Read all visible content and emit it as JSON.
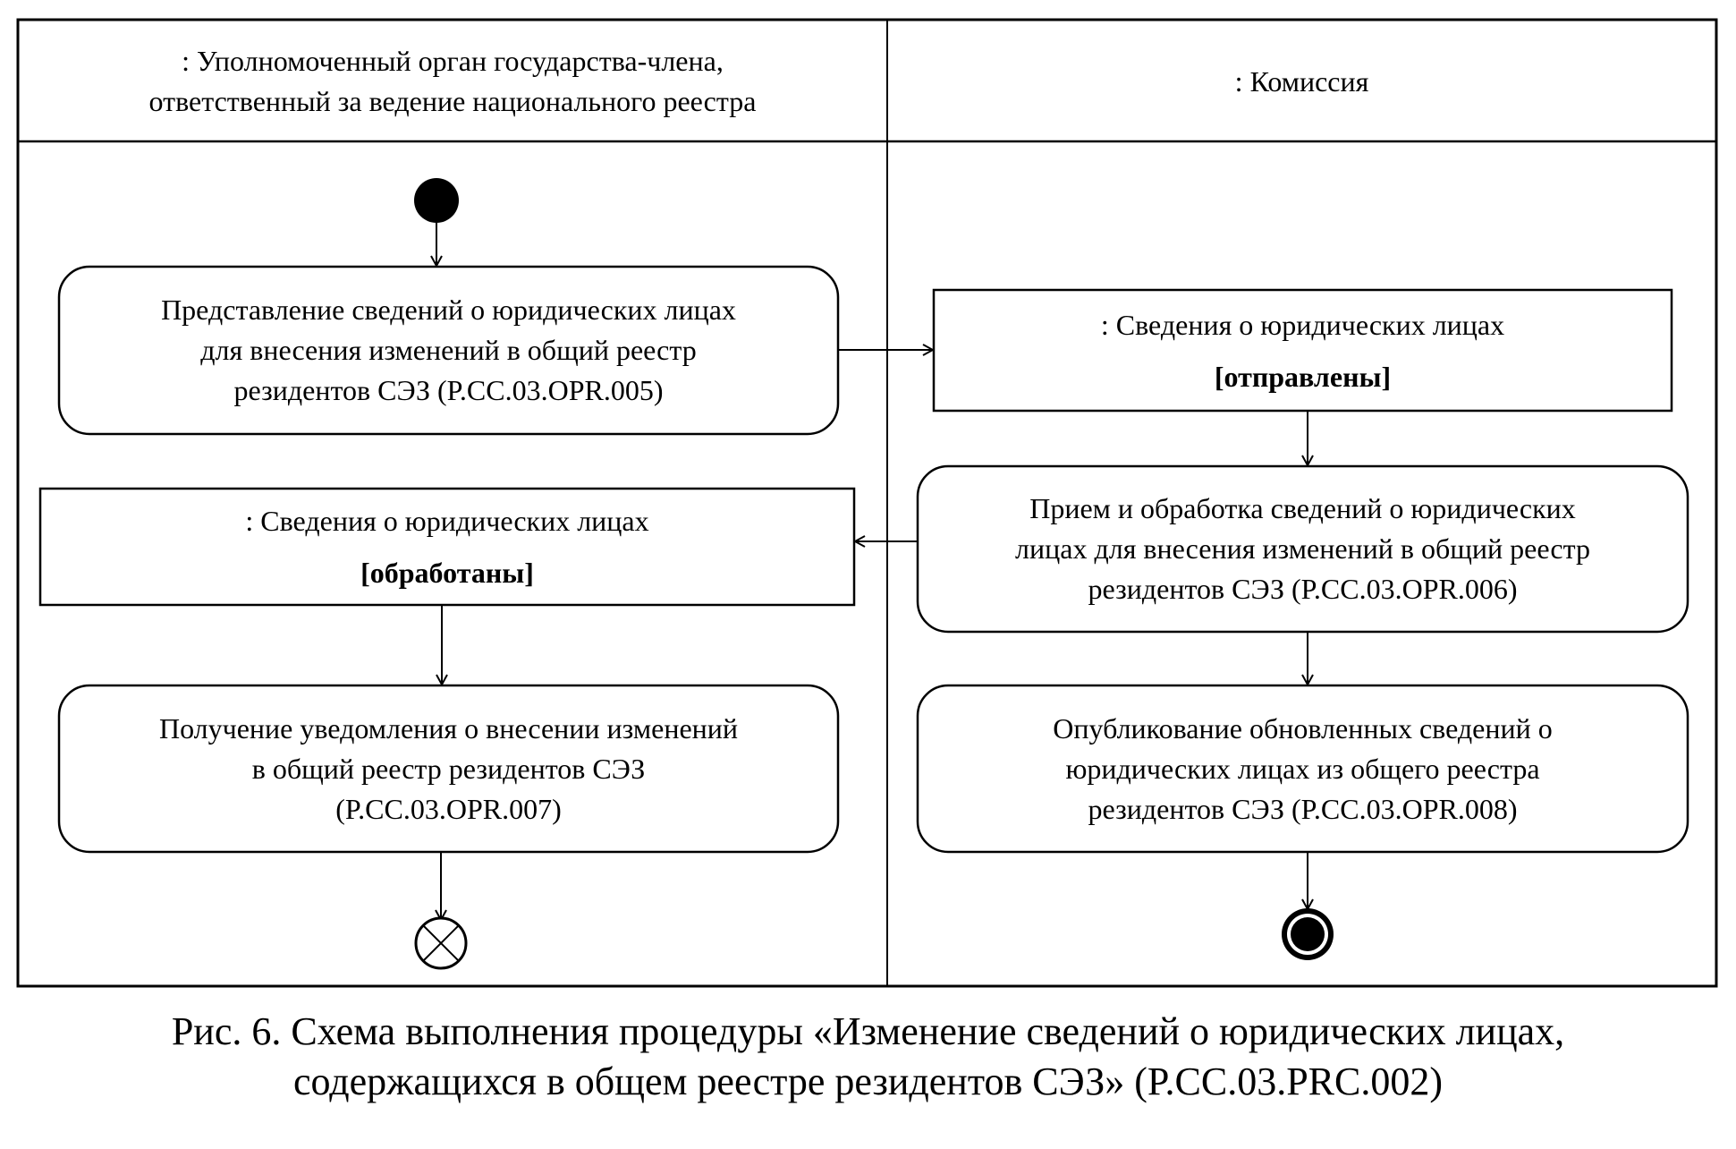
{
  "diagram": {
    "type": "UML activity diagram",
    "lanes": [
      {
        "id": "member-authority",
        "title_lines": [
          ": Уполномоченный орган государства-члена,",
          "ответственный за ведение национального реестра"
        ]
      },
      {
        "id": "commission",
        "title_lines": [
          ": Комиссия"
        ]
      }
    ],
    "nodes": {
      "initial": {
        "kind": "initial",
        "lane": "member-authority"
      },
      "action_005": {
        "kind": "action",
        "lane": "member-authority",
        "lines": [
          "Представление сведений о юридических лицах",
          "для внесения изменений в общий реестр",
          "резидентов СЭЗ (P.CC.03.OPR.005)"
        ]
      },
      "object_sent": {
        "kind": "object",
        "lane": "commission",
        "name": ": Сведения о юридических лицах",
        "state": "[отправлены]"
      },
      "action_006": {
        "kind": "action",
        "lane": "commission",
        "lines": [
          "Прием и обработка сведений о юридических",
          "лицах для внесения изменений в общий реестр",
          "резидентов СЭЗ (P.CC.03.OPR.006)"
        ]
      },
      "object_processed": {
        "kind": "object",
        "lane": "member-authority",
        "name": ": Сведения о юридических лицах",
        "state": "[обработаны]"
      },
      "action_007": {
        "kind": "action",
        "lane": "member-authority",
        "lines": [
          "Получение уведомления о внесении изменений",
          "в общий реестр резидентов СЭЗ",
          "(P.CC.03.OPR.007)"
        ]
      },
      "action_008": {
        "kind": "action",
        "lane": "commission",
        "lines": [
          "Опубликование обновленных сведений о",
          "юридических лицах из общего реестра",
          "резидентов СЭЗ (P.CC.03.OPR.008)"
        ]
      },
      "flow_final": {
        "kind": "flow-final",
        "lane": "member-authority"
      },
      "activity_final": {
        "kind": "activity-final",
        "lane": "commission"
      }
    },
    "edges": [
      [
        "initial",
        "action_005"
      ],
      [
        "action_005",
        "object_sent"
      ],
      [
        "object_sent",
        "action_006"
      ],
      [
        "action_006",
        "object_processed"
      ],
      [
        "action_006",
        "action_008"
      ],
      [
        "object_processed",
        "action_007"
      ],
      [
        "action_007",
        "flow_final"
      ],
      [
        "action_008",
        "activity_final"
      ]
    ]
  },
  "caption": {
    "lines": [
      "Рис. 6. Схема выполнения процедуры «Изменение сведений о юридических лицах,",
      "содержащихся в общем реестре резидентов СЭЗ» (P.CC.03.PRC.002)"
    ]
  }
}
